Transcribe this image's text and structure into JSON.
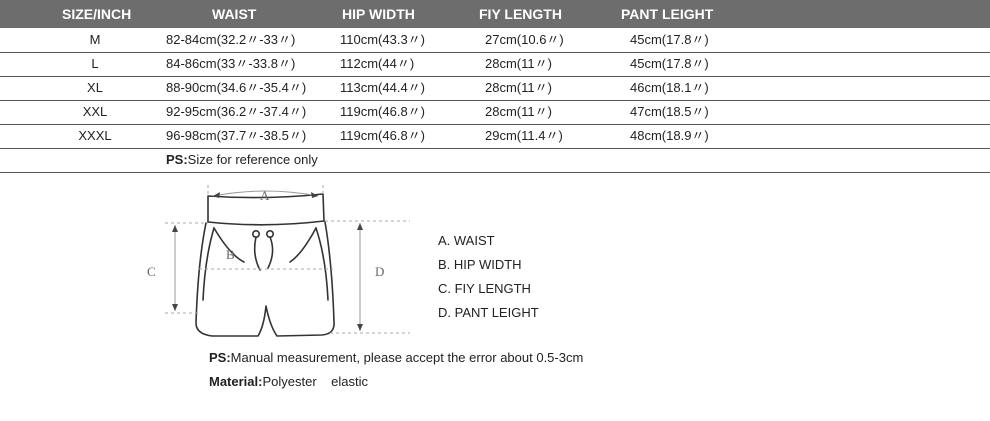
{
  "header": {
    "size": "SIZE/INCH",
    "waist": "WAIST",
    "hip": "HIP WIDTH",
    "fiy": "FIY LENGTH",
    "pant": "PANT LEIGHT"
  },
  "rows": [
    {
      "size": "M",
      "waist": "82-84cm(32.2〃-33〃)",
      "hip": "110cm(43.3〃)",
      "fiy": "27cm(10.6〃)",
      "pant": "45cm(17.8〃)"
    },
    {
      "size": "L",
      "waist": "84-86cm(33〃-33.8〃)",
      "hip": "112cm(44〃)",
      "fiy": "28cm(11〃)",
      "pant": "45cm(17.8〃)"
    },
    {
      "size": "XL",
      "waist": "88-90cm(34.6〃-35.4〃)",
      "hip": "113cm(44.4〃)",
      "fiy": "28cm(11〃)",
      "pant": "46cm(18.1〃)"
    },
    {
      "size": "XXL",
      "waist": "92-95cm(36.2〃-37.4〃)",
      "hip": "119cm(46.8〃)",
      "fiy": "28cm(11〃)",
      "pant": "47cm(18.5〃)"
    },
    {
      "size": "XXXL",
      "waist": "96-98cm(37.7〃-38.5〃)",
      "hip": "119cm(46.8〃)",
      "fiy": "29cm(11.4〃)",
      "pant": "48cm(18.9〃)"
    }
  ],
  "note": {
    "label": "PS:",
    "text": "Size for reference only"
  },
  "diagram": {
    "a": "A",
    "b": "B",
    "c": "C",
    "d": "D"
  },
  "legend": [
    "A. WAIST",
    "B. HIP WIDTH",
    "C. FIY LENGTH",
    "D. PANT LEIGHT"
  ],
  "ps2": {
    "label": "PS:",
    "text": "Manual measurement, please accept the error about 0.5-3cm"
  },
  "material": {
    "label": "Material:",
    "text": "Polyester    elastic"
  }
}
